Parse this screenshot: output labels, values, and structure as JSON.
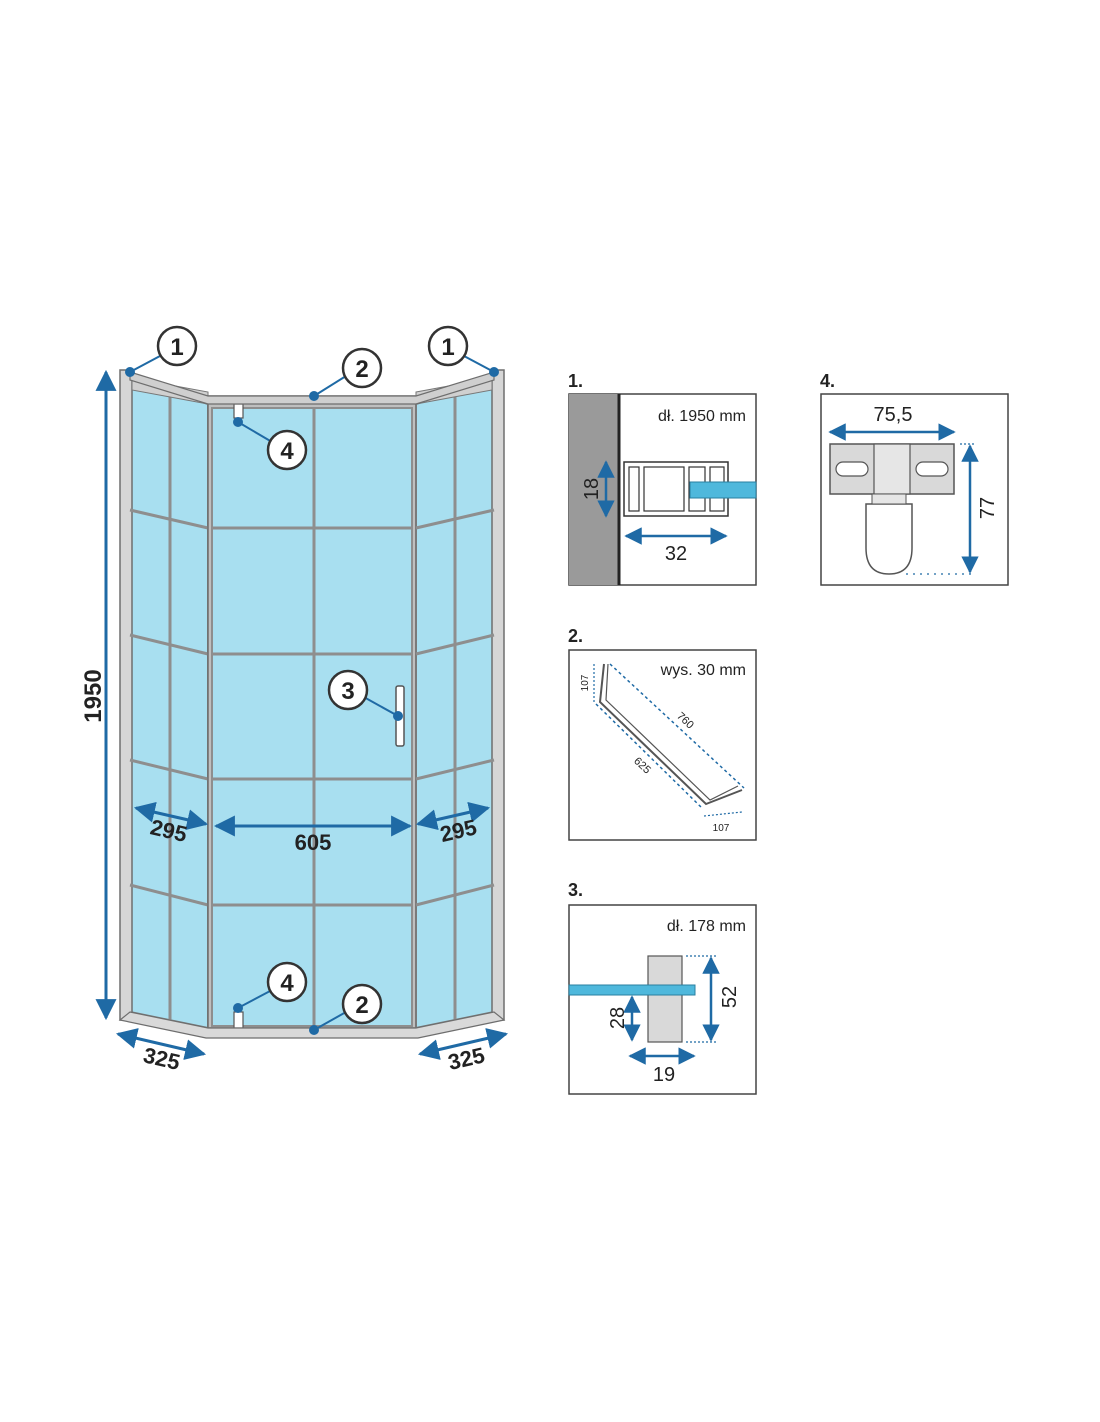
{
  "main_drawing": {
    "callouts": {
      "c1_left": "1",
      "c1_right": "1",
      "c2_top": "2",
      "c2_bottom": "2",
      "c3": "3",
      "c4_top": "4",
      "c4_bottom": "4"
    },
    "dims": {
      "height": "1950",
      "left_inner": "295",
      "center": "605",
      "right_inner": "295",
      "left_depth": "325",
      "right_depth": "325"
    }
  },
  "detail_1": {
    "number": "1.",
    "length_note": "dł. 1950 mm",
    "dim_height": "18",
    "dim_width": "32"
  },
  "detail_2": {
    "number": "2.",
    "height_note": "wys. 30 mm",
    "dim_107_top": "107",
    "dim_760": "760",
    "dim_625": "625",
    "dim_107_bottom": "107"
  },
  "detail_3": {
    "number": "3.",
    "length_note": "dł. 178 mm",
    "dim_52": "52",
    "dim_28": "28",
    "dim_19": "19"
  },
  "detail_4": {
    "number": "4.",
    "dim_width": "75,5",
    "dim_height": "77"
  },
  "colors": {
    "glass": "#a8dff0",
    "frame": "#8e8e8e",
    "dimension": "#1f6aa5",
    "wall": "#9a9a9a"
  }
}
